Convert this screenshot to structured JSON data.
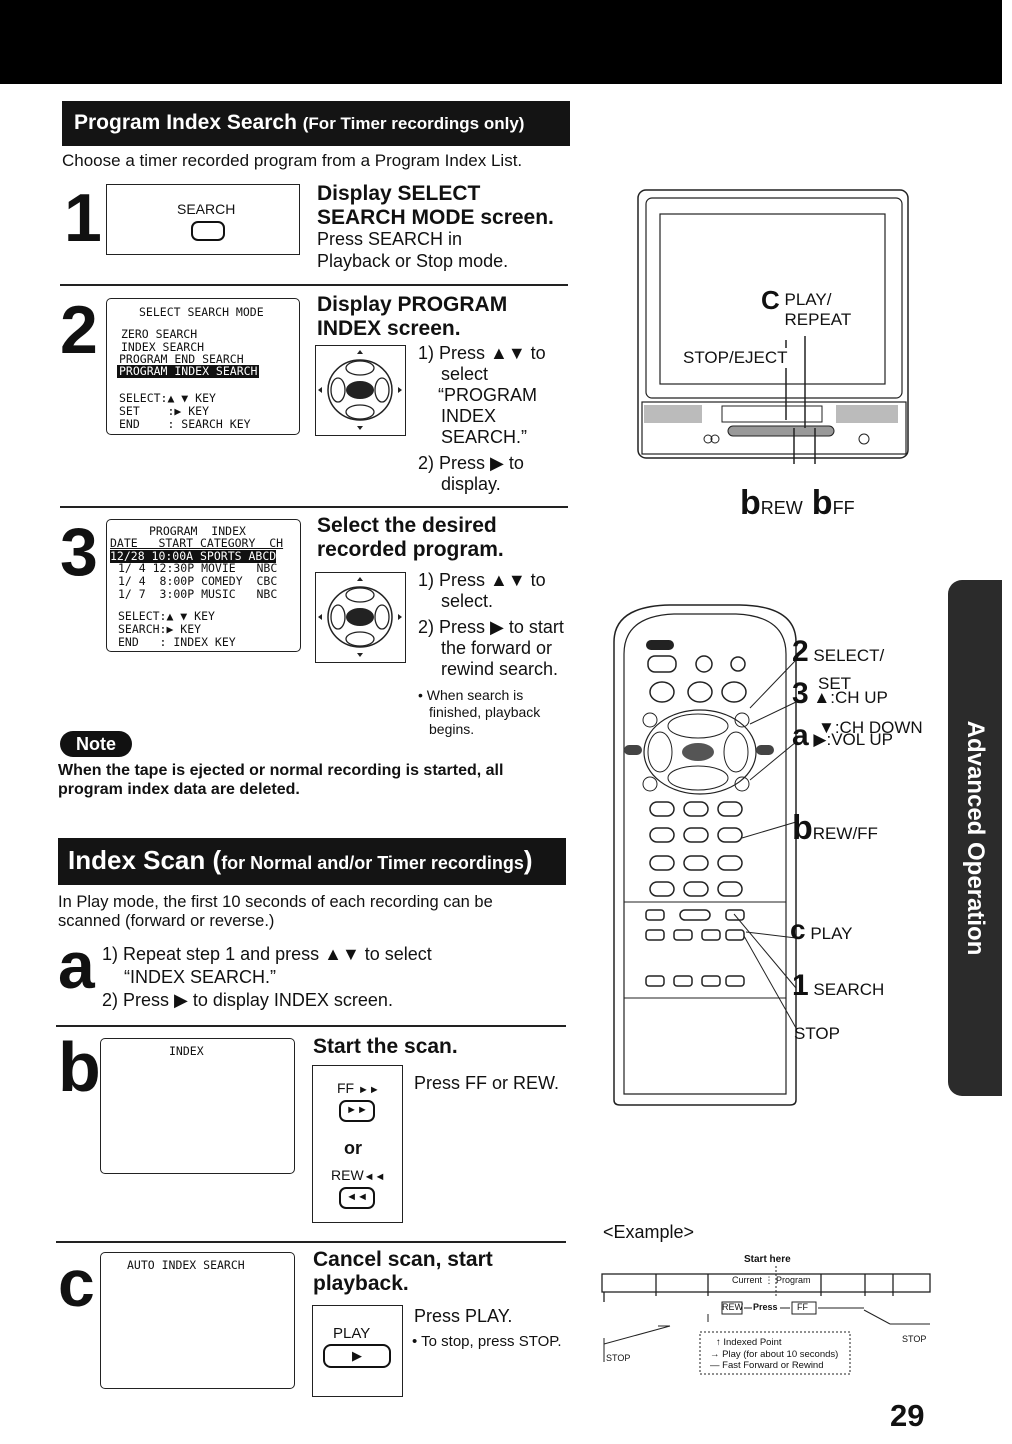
{
  "section1": {
    "title": "Program Index Search",
    "subtitle": "(For Timer recordings only)",
    "intro": "Choose a timer recorded program from a Program Index List."
  },
  "step1": {
    "num": "1",
    "button": "SEARCH",
    "heading1": "Display SELECT",
    "heading2": "SEARCH MODE screen.",
    "text1": "Press SEARCH in",
    "text2": "Playback or Stop mode."
  },
  "step2": {
    "num": "2",
    "osd_title": "SELECT SEARCH MODE",
    "osd_items": [
      "ZERO SEARCH",
      "INDEX SEARCH",
      "PROGRAM END SEARCH"
    ],
    "osd_selected": "PROGRAM INDEX SEARCH",
    "osd_keys": "SELECT:▲ ▼ KEY\nSET    :▶ KEY\nEND    : SEARCH KEY",
    "heading1": "Display PROGRAM",
    "heading2": "INDEX screen.",
    "i1a": "1) Press ▲▼ to",
    "i1b": "select",
    "i1c": "“PROGRAM",
    "i1d": "INDEX",
    "i1e": "SEARCH.”",
    "i2a": "2) Press ▶ to",
    "i2b": "display."
  },
  "step3": {
    "num": "3",
    "osd_title": "PROGRAM  INDEX",
    "osd_header": "DATE   START CATEGORY  CH",
    "osd_selected": "12/28 10:00A SPORTS ABCD",
    "osd_rows": "1/ 4 12:30P MOVIE   NBC\n1/ 4  8:00P COMEDY  CBC\n1/ 7  3:00P MUSIC   NBC",
    "osd_keys": "SELECT:▲ ▼ KEY\nSEARCH:▶ KEY\nEND   : INDEX KEY",
    "heading1": "Select the desired",
    "heading2": "recorded program.",
    "i1a": "1) Press ▲▼ to",
    "i1b": "select.",
    "i2a": "2) Press ▶ to start",
    "i2b": "the forward or",
    "i2c": "rewind search.",
    "bullet1": "• When search is",
    "bullet2": "finished, playback",
    "bullet3": "begins."
  },
  "note": {
    "label": "Note",
    "text1": "When the tape is ejected or normal recording is started, all",
    "text2": "program index data are deleted."
  },
  "section2": {
    "title": "Index Scan",
    "open": "(",
    "subtitle": "for Normal and/or Timer recordings",
    "close": ")",
    "intro1": "In Play mode, the first 10 seconds of each recording can be",
    "intro2": "scanned (forward or reverse.)"
  },
  "stepA": {
    "num": "a",
    "l1": "1) Repeat step 1 and press ▲▼ to select",
    "l2": "“INDEX SEARCH.”",
    "l3": "2) Press ▶ to display INDEX screen."
  },
  "stepB": {
    "num": "b",
    "osd": "INDEX",
    "heading": "Start the scan.",
    "ff": "FF",
    "or": "or",
    "rew": "REW",
    "text": "Press FF or REW."
  },
  "stepC": {
    "num": "c",
    "osd": "AUTO INDEX SEARCH",
    "heading1": "Cancel scan, start",
    "heading2": "playback.",
    "button": "PLAY",
    "text": "Press PLAY.",
    "bullet": "• To stop, press STOP."
  },
  "tv": {
    "c_letter": "C",
    "play_label1": "PLAY/",
    "play_label2": "REPEAT",
    "stop_label": "STOP/EJECT",
    "b1": "b",
    "rew": "REW",
    "b2": "b",
    "ff": "FF"
  },
  "remote": {
    "labels": {
      "select": "SELECT/",
      "set": "SET",
      "ch_up": "▲:CH UP",
      "ch_down": "▼:CH DOWN",
      "vol_up": "▶:VOL UP",
      "rewff": "REW/FF",
      "play": "PLAY",
      "search": "SEARCH",
      "stop": "STOP"
    },
    "nums": {
      "two": "2",
      "three": "3",
      "a": "a",
      "b": "b",
      "c": "c",
      "one": "1"
    }
  },
  "example": {
    "title": "<Example>",
    "start": "Start here",
    "current": "Current",
    "program": "Program",
    "rew": "REW",
    "press": "Press",
    "ff": "FF",
    "stop_left": "STOP",
    "stop_right": "STOP",
    "legend1": "↑ Indexed Point",
    "legend2": "→ Play (for about 10 seconds)",
    "legend3": "— Fast Forward or Rewind"
  },
  "side_tab": "Advanced Operation",
  "page_number": "29"
}
